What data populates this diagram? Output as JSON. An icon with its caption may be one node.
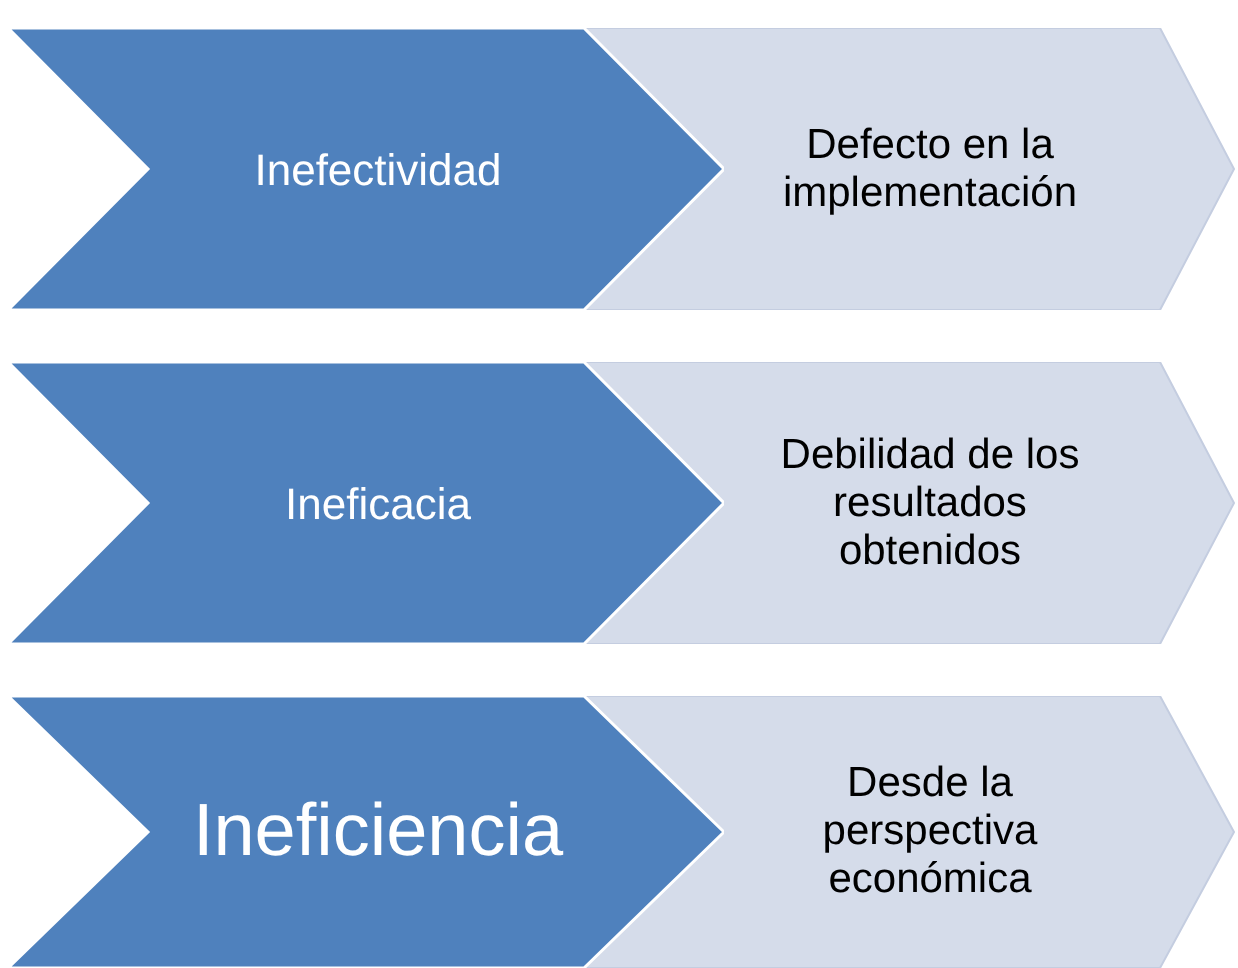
{
  "diagram": {
    "nodes": [
      {
        "text": [
          "Inefectividad"
        ]
      },
      {
        "text": [
          "Defecto en la implementación"
        ]
      },
      {
        "text": [
          "Ineficacia"
        ]
      },
      {
        "text": [
          "Debilidad de los resultados obtenidos"
        ]
      },
      {
        "text": [
          "Ineficiencia"
        ]
      },
      {
        "text": [
          "Desde la perspectiva económica"
        ]
      }
    ],
    "edges": []
  }
}
